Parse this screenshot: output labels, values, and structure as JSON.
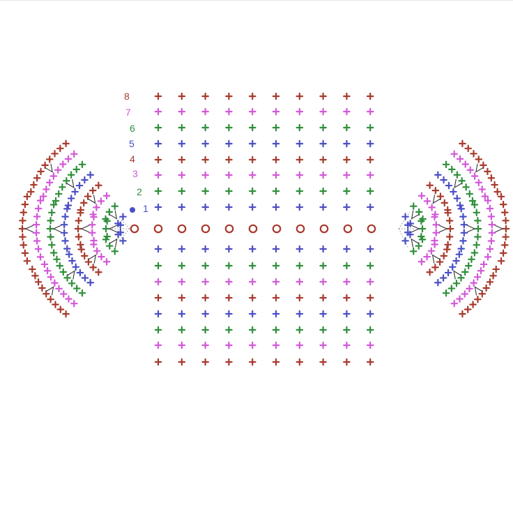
{
  "colors": {
    "red": "#a83a2c",
    "violet": "#d259d9",
    "green": "#2f8f3a",
    "blue": "#4a4fc4",
    "connector": "#8a8a8a",
    "chain": "#a83a2c"
  },
  "symbols": {
    "single_crochet": "plus-symbol",
    "chain_stitch": "oval-symbol",
    "magic_start": "dot-symbol",
    "increase": "v-symbol"
  },
  "row_labels": [
    "1",
    "2",
    "3",
    "4",
    "5",
    "6",
    "7",
    "8"
  ],
  "row_colors": [
    "blue",
    "green",
    "violet",
    "red",
    "blue",
    "green",
    "violet",
    "red"
  ],
  "chain_count": 11
}
